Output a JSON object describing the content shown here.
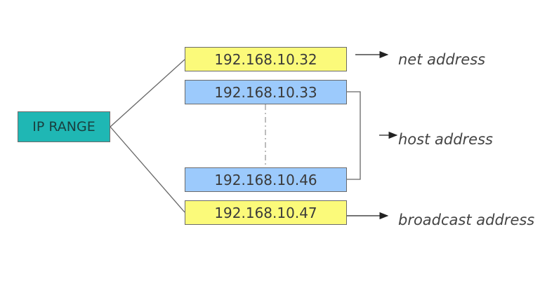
{
  "root": {
    "label": "IP RANGE"
  },
  "addresses": {
    "net": "192.168.10.32",
    "host_first": "192.168.10.33",
    "host_last": "192.168.10.46",
    "broadcast": "192.168.10.47"
  },
  "labels": {
    "net": "net address",
    "host": "host address",
    "broadcast": "broadcast address"
  },
  "colors": {
    "root_fill": "#1fb7b4",
    "net_broadcast_fill": "#fbfa7a",
    "host_fill": "#9ccafc"
  }
}
